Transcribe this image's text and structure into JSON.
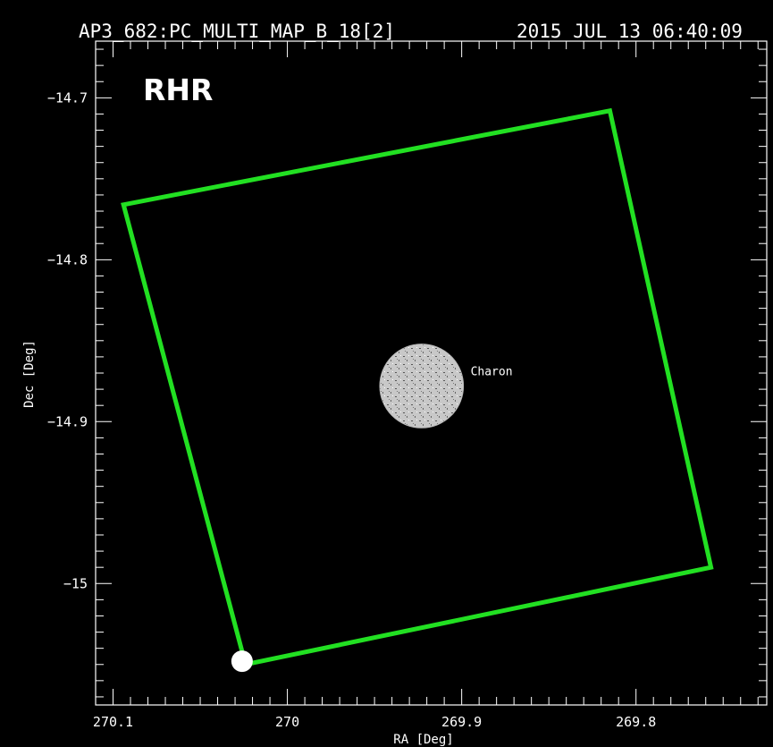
{
  "chart_data": {
    "type": "scatter",
    "header_title": "AP3_682:PC_MULTI_MAP_B_18[2]",
    "header_timestamp": "2015 JUL 13 06:40:09",
    "panel_label": "RHR",
    "xlabel": "RA [Deg]",
    "ylabel": "Dec [Deg]",
    "xlim": [
      270.11,
      269.725
    ],
    "ylim": [
      -15.075,
      -14.665
    ],
    "x_major_ticks": [
      270.1,
      270,
      269.9,
      269.8
    ],
    "x_tick_labels": [
      "270.1",
      "270",
      "269.9",
      "269.8"
    ],
    "y_major_ticks": [
      -14.7,
      -14.8,
      -14.9,
      -15
    ],
    "y_tick_labels": [
      "−14.7",
      "−14.8",
      "−14.9",
      "−15"
    ],
    "footprint": {
      "color": "#22e022",
      "corners": [
        {
          "ra": 270.094,
          "dec": -14.766
        },
        {
          "ra": 269.815,
          "dec": -14.708
        },
        {
          "ra": 269.757,
          "dec": -14.99
        },
        {
          "ra": 270.024,
          "dec": -15.05
        }
      ]
    },
    "marker": {
      "ra": 270.026,
      "dec": -15.048,
      "color": "#ffffff"
    },
    "target": {
      "name": "Charon",
      "ra": 269.923,
      "dec": -14.878,
      "radius_deg": 0.024
    }
  }
}
